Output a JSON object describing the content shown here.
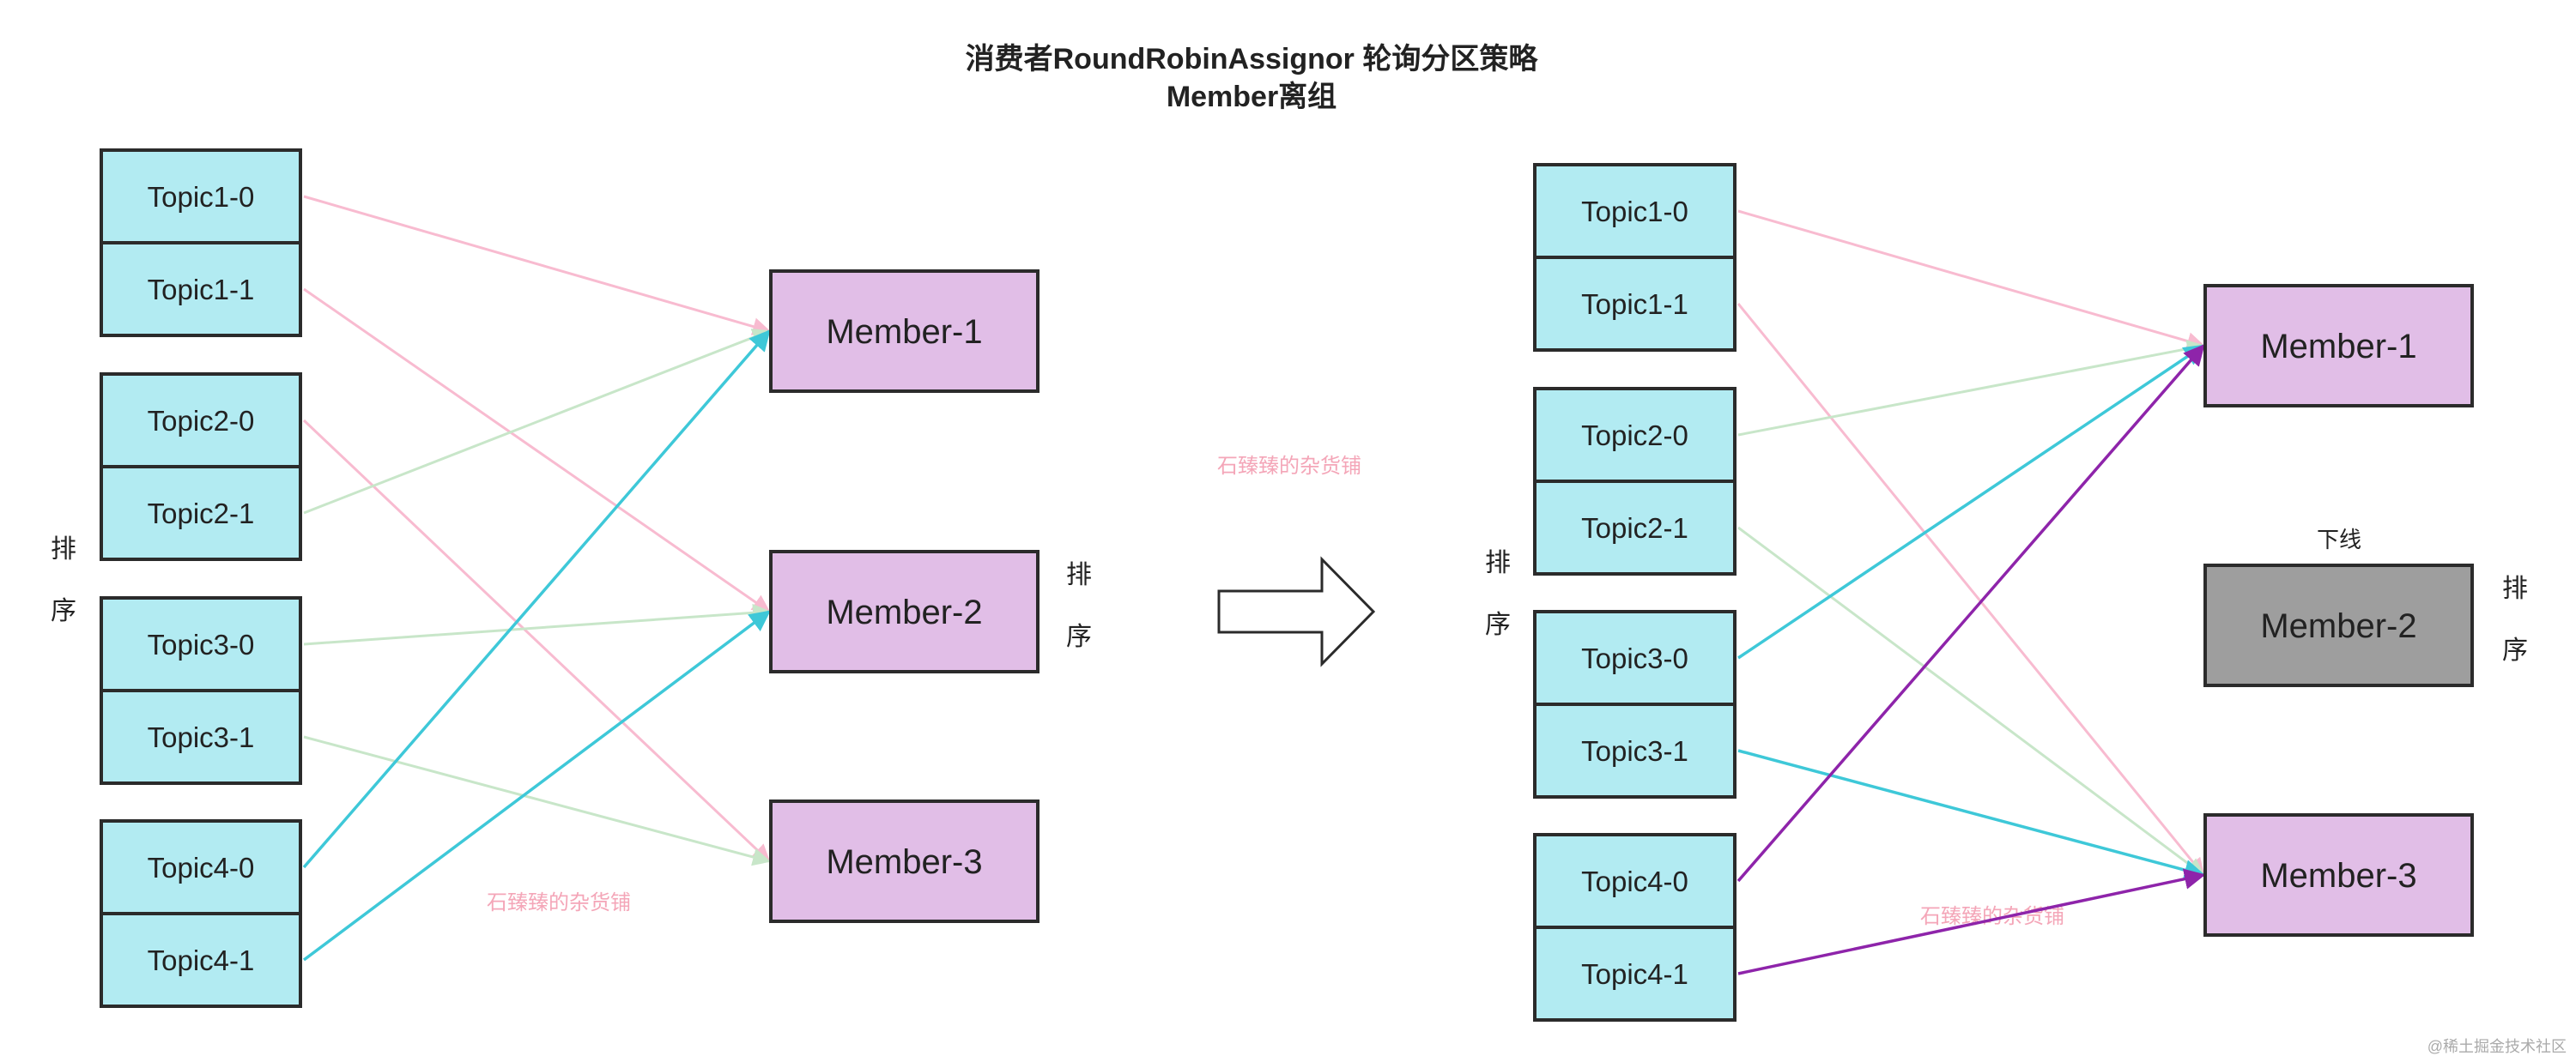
{
  "title": {
    "line1": "消费者RoundRobinAssignor 轮询分区策略",
    "line2": "Member离组"
  },
  "watermarks": {
    "left": "石臻臻的杂货铺",
    "center": "石臻臻的杂货铺",
    "right": "石臻臻的杂货铺",
    "corner": "@稀土掘金技术社区"
  },
  "colors": {
    "topic_fill": "#b2ebf2",
    "member_fill": "#e1bee7",
    "member_offline_fill": "#9e9e9e",
    "stroke": "#2b2b2b",
    "pink": "#f8bbd0",
    "green": "#c8e6c9",
    "cyan": "#3ec8d8",
    "purple": "#8e24aa",
    "watermark": "#f4a6b8"
  },
  "left": {
    "side_label": [
      "排",
      "序"
    ],
    "topics": [
      "Topic1-0",
      "Topic1-1",
      "Topic2-0",
      "Topic2-1",
      "Topic3-0",
      "Topic3-1",
      "Topic4-0",
      "Topic4-1"
    ],
    "members": [
      "Member-1",
      "Member-2",
      "Member-3"
    ],
    "member_side_label": [
      "排",
      "序"
    ],
    "assignments": [
      {
        "topic": 0,
        "member": 0,
        "color": "pink"
      },
      {
        "topic": 1,
        "member": 1,
        "color": "pink"
      },
      {
        "topic": 2,
        "member": 2,
        "color": "pink"
      },
      {
        "topic": 3,
        "member": 0,
        "color": "green"
      },
      {
        "topic": 4,
        "member": 1,
        "color": "green"
      },
      {
        "topic": 5,
        "member": 2,
        "color": "green"
      },
      {
        "topic": 6,
        "member": 0,
        "color": "cyan"
      },
      {
        "topic": 7,
        "member": 1,
        "color": "cyan"
      }
    ]
  },
  "right": {
    "side_label": [
      "排",
      "序"
    ],
    "topics": [
      "Topic1-0",
      "Topic1-1",
      "Topic2-0",
      "Topic2-1",
      "Topic3-0",
      "Topic3-1",
      "Topic4-0",
      "Topic4-1"
    ],
    "members": [
      "Member-1",
      "Member-2",
      "Member-3"
    ],
    "offline_member": 1,
    "offline_label": "下线",
    "member_side_label": [
      "排",
      "序"
    ],
    "assignments": [
      {
        "topic": 0,
        "member": 0,
        "color": "pink"
      },
      {
        "topic": 1,
        "member": 2,
        "color": "pink"
      },
      {
        "topic": 2,
        "member": 0,
        "color": "green"
      },
      {
        "topic": 3,
        "member": 2,
        "color": "green"
      },
      {
        "topic": 4,
        "member": 0,
        "color": "cyan"
      },
      {
        "topic": 5,
        "member": 2,
        "color": "cyan"
      },
      {
        "topic": 6,
        "member": 0,
        "color": "purple"
      },
      {
        "topic": 7,
        "member": 2,
        "color": "purple"
      }
    ]
  }
}
